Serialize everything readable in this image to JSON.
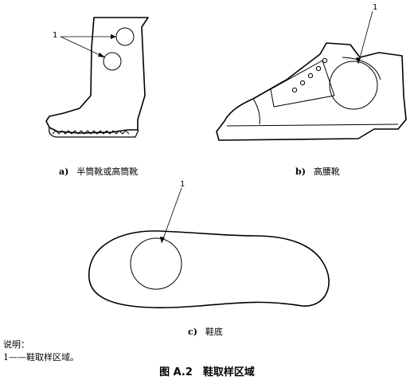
{
  "callout": "1",
  "captions": {
    "a": {
      "tag": "a)",
      "text": "半筒靴或高筒靴"
    },
    "b": {
      "tag": "b)",
      "text": "高腰靴"
    },
    "c": {
      "tag": "c)",
      "text": "鞋底"
    }
  },
  "notes": {
    "heading": "说明：",
    "item": "1——鞋取样区域。"
  },
  "figure_title": "图 A.2　鞋取样区域"
}
